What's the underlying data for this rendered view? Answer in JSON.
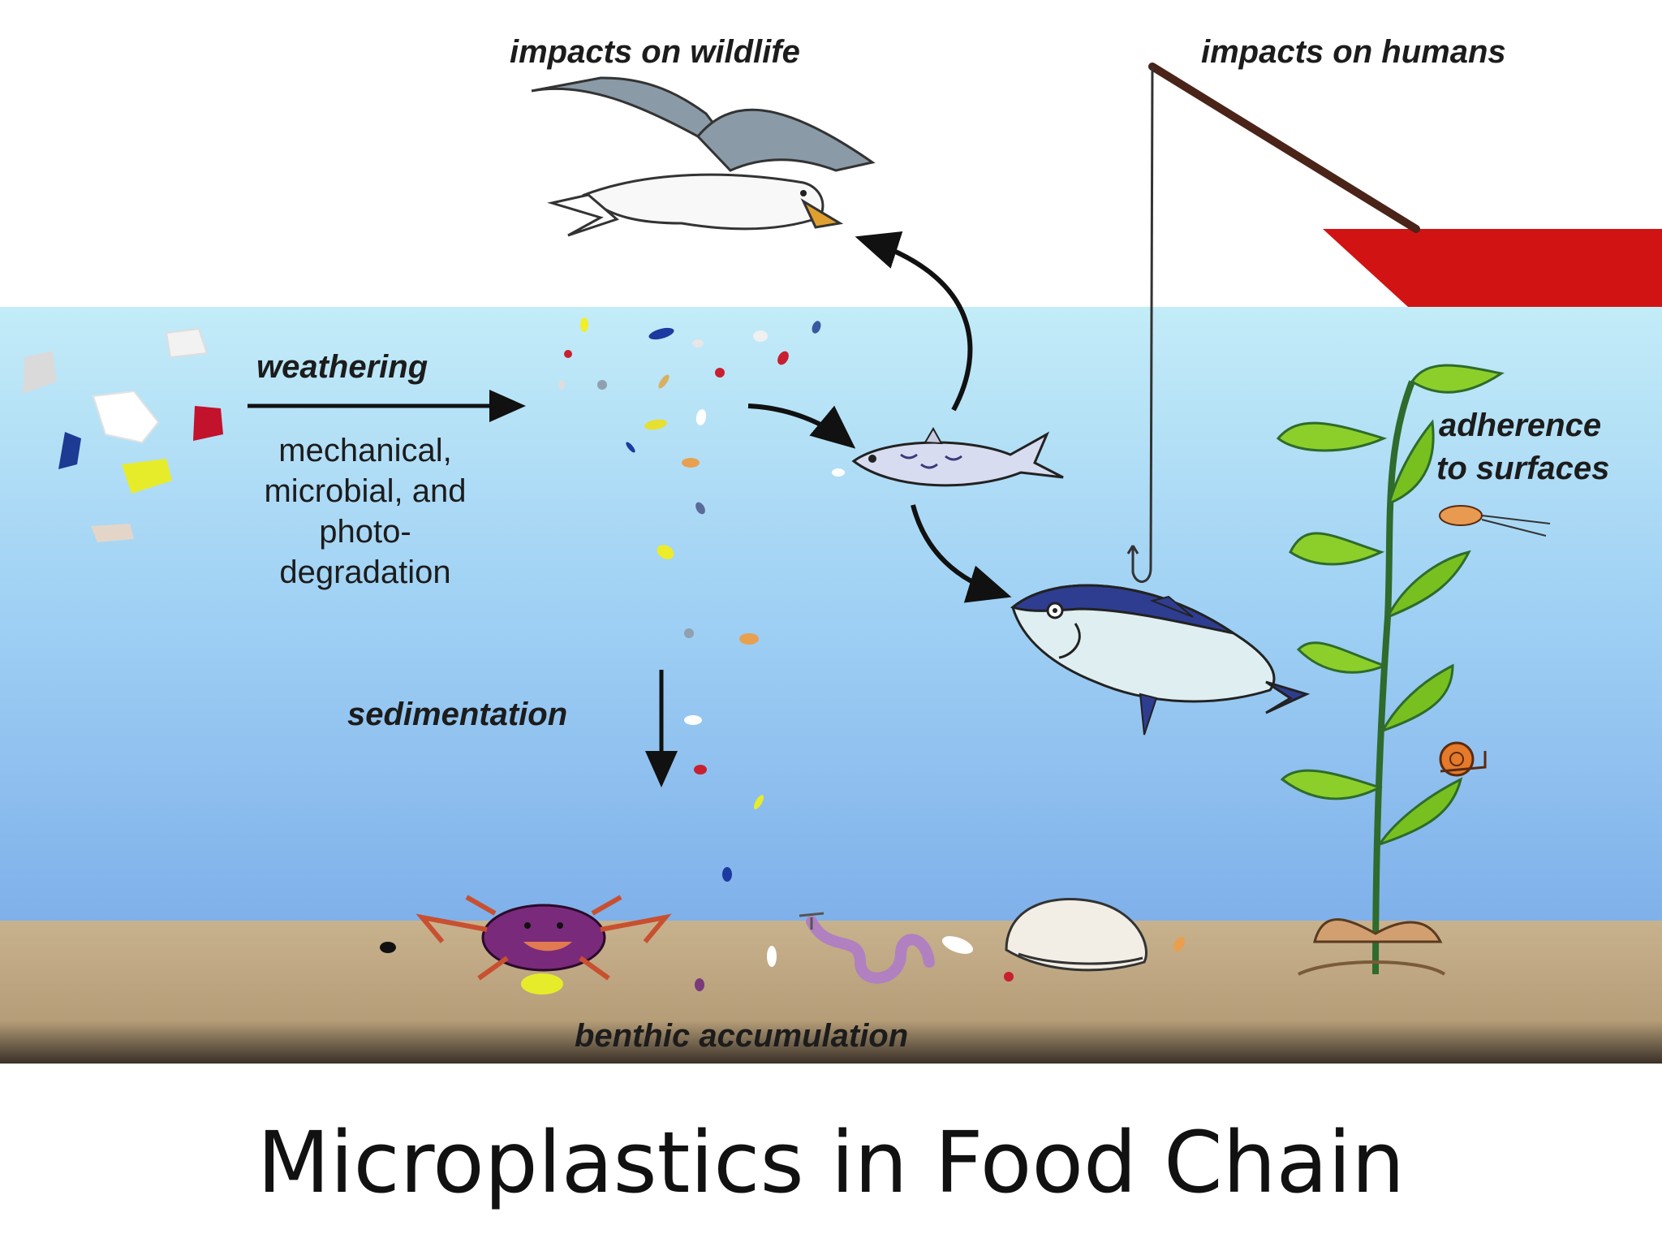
{
  "labels": {
    "impacts_wildlife": "impacts on wildlife",
    "impacts_humans": "impacts on humans",
    "weathering": "weathering",
    "degradation": "mechanical, microbial, and photo-degradation",
    "adherence_line1": "adherence",
    "adherence_line2": "to surfaces",
    "sedimentation": "sedimentation",
    "benthic": "benthic accumulation"
  },
  "title": "Microplastics in Food Chain",
  "colors": {
    "water_top": "#c3ecf8",
    "water_bottom": "#7fb0ea",
    "sediment": "#c8b28d",
    "boat": "#d21313",
    "arrow": "#111111"
  },
  "icons": [
    "plastic-debris",
    "microplastic-fragment",
    "seagull",
    "fishing-rod",
    "boat",
    "small-fish",
    "tuna",
    "kelp",
    "crab",
    "worm",
    "clam",
    "snail",
    "shrimp"
  ]
}
